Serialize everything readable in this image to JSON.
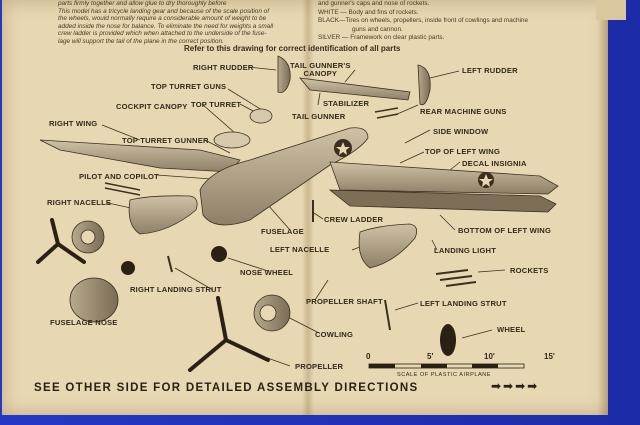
{
  "intro": {
    "line1": "parts firmly together and allow glue to dry thoroughly before",
    "line2": "This model has a tricycle landing gear and because of the scale position of",
    "line3": "the wheels, would normally require a considerable amount of weight to be",
    "line4": "added inside the nose for balance. To eliminate the need for weights a small",
    "line5": "crew ladder is provided which when attached to the underside of the fuse-",
    "line6": "lage will support the tail of the plane in the correct position."
  },
  "colors": {
    "line1": "and gunner's caps and nose of rockets.",
    "line2": "WHITE — Body and fins of rockets.",
    "line3": "BLACK—Tires on wheels, propellers, inside front of cowlings and machine",
    "line4": "guns and cannon.",
    "line5": "SILVER — Framework on clear plastic parts."
  },
  "refer_text": "Refer to this drawing for correct identification of all parts",
  "labels": {
    "right_rudder": "RIGHT RUDDER",
    "tail_gunners_canopy_1": "TAIL GUNNER'S",
    "tail_gunners_canopy_2": "CANOPY",
    "left_rudder": "LEFT RUDDER",
    "top_turret_guns": "TOP TURRET GUNS",
    "top_turret": "TOP TURRET",
    "stabilizer": "STABILIZER",
    "rear_machine_guns": "REAR MACHINE GUNS",
    "cockpit_canopy": "COCKPIT CANOPY",
    "tail_gunner": "TAIL GUNNER",
    "right_wing": "RIGHT WING",
    "side_window": "SIDE WINDOW",
    "top_turret_gunner": "TOP TURRET GUNNER",
    "top_of_left_wing": "TOP OF LEFT WING",
    "decal_insignia": "DECAL INSIGNIA",
    "pilot_and_copilot": "PILOT AND COPILOT",
    "right_nacelle": "RIGHT NACELLE",
    "crew_ladder": "CREW LADDER",
    "fuselage": "FUSELAGE",
    "bottom_of_left_wing": "BOTTOM OF LEFT WING",
    "left_nacelle": "LEFT NACELLE",
    "landing_light": "LANDING LIGHT",
    "nose_wheel": "NOSE WHEEL",
    "rockets": "ROCKETS",
    "right_landing_strut": "RIGHT LANDING STRUT",
    "propeller_shaft": "PROPELLER SHAFT",
    "left_landing_strut": "LEFT LANDING STRUT",
    "cowling": "COWLING",
    "wheel": "WHEEL",
    "fuselage_nose": "FUSELAGE NOSE",
    "propeller": "PROPELLER"
  },
  "scale": {
    "ticks": [
      "0",
      "5'",
      "10'",
      "15'"
    ],
    "caption": "SCALE OF PLASTIC AIRPLANE"
  },
  "footer": "SEE OTHER SIDE FOR DETAILED ASSEMBLY DIRECTIONS",
  "footer_arrows": "➡➡➡➡"
}
